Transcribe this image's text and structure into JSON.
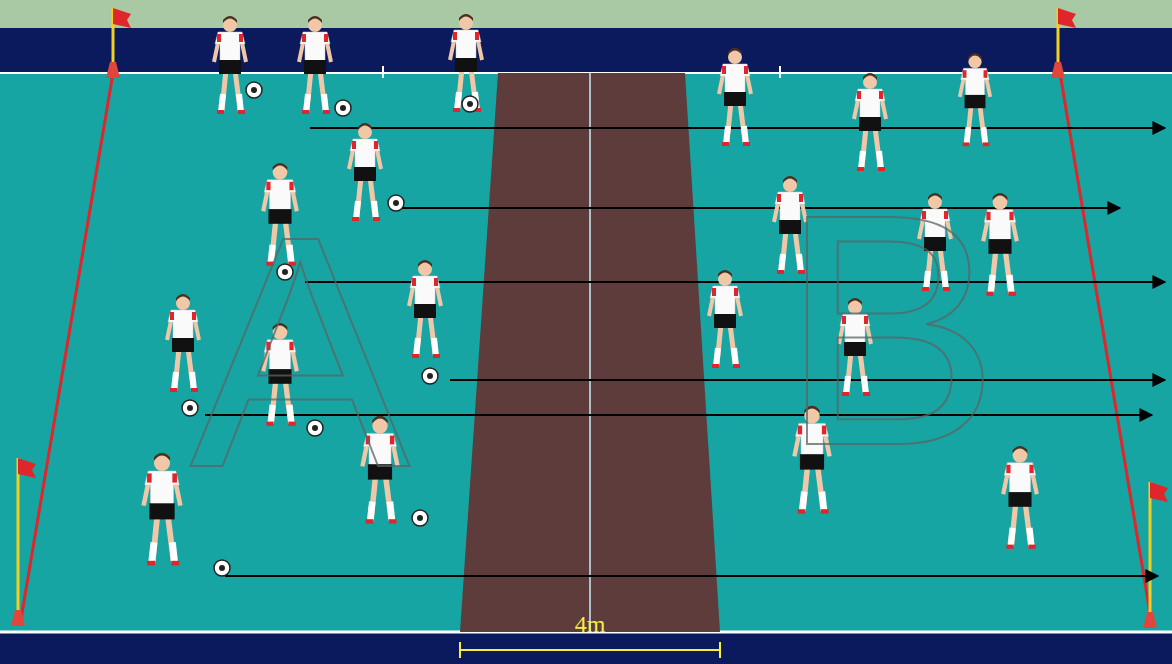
{
  "diagram": {
    "labels": [
      "A",
      "B",
      "4m"
    ]
  }
}
